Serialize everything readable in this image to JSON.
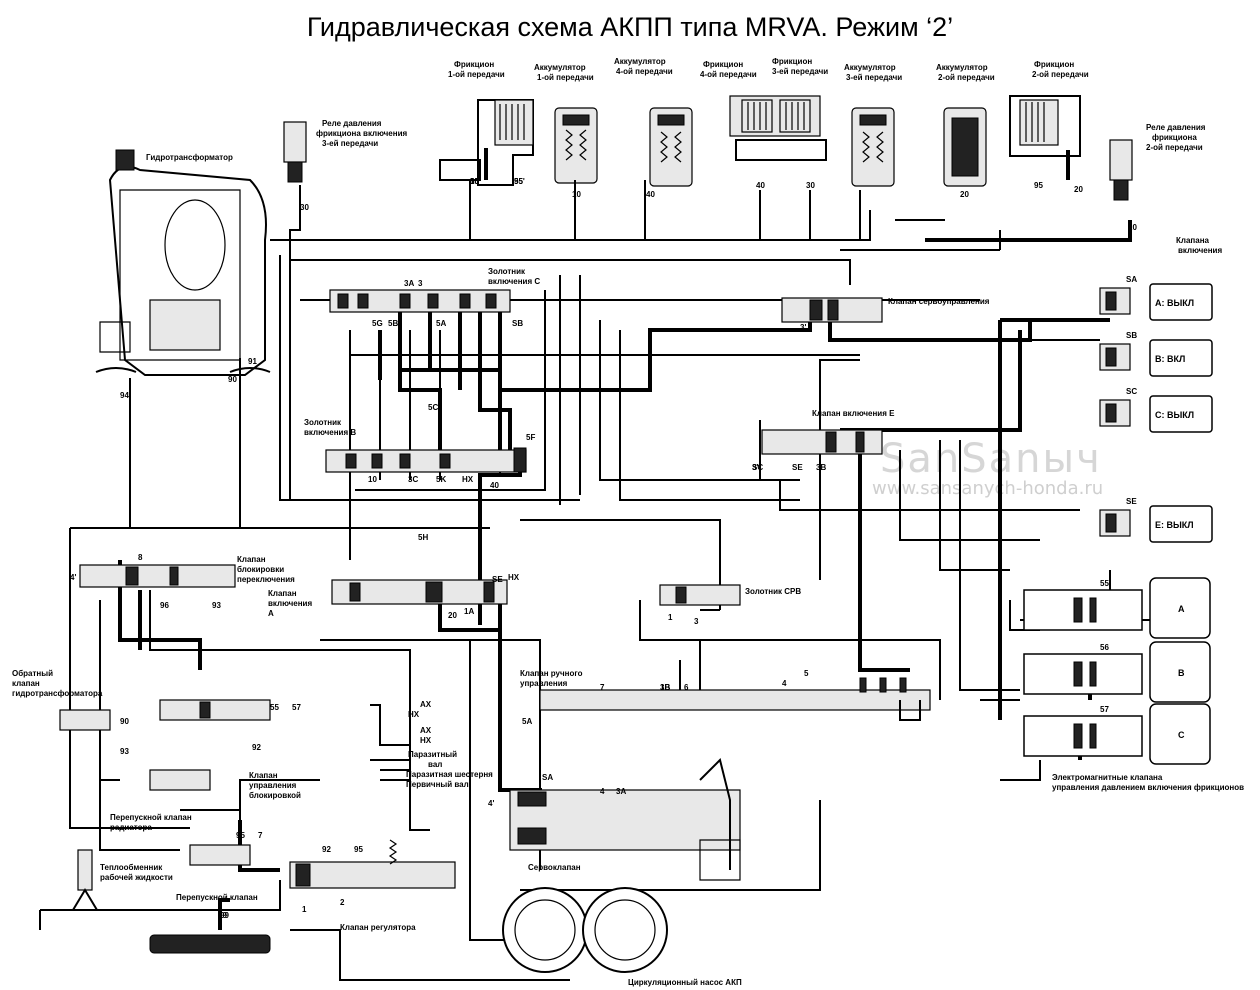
{
  "title": "Гидравлическая схема АКПП типа MRVA. Режим ‘2’",
  "watermark": {
    "name": "SanSanыч",
    "url": "www.sansanych-honda.ru"
  },
  "top_components": [
    {
      "id": "clutch1",
      "line1": "Фрикцион",
      "line2": "1-ой передачи"
    },
    {
      "id": "acc1",
      "line1": "Аккумулятор",
      "line2": "1-ой передачи"
    },
    {
      "id": "acc4",
      "line1": "Аккумулятор",
      "line2": "4-ой передачи"
    },
    {
      "id": "clutch4",
      "line1": "Фрикцион",
      "line2": "4-ой передачи"
    },
    {
      "id": "clutch3",
      "line1": "Фрикцион",
      "line2": "3-ей передачи"
    },
    {
      "id": "acc3",
      "line1": "Аккумулятор",
      "line2": "3-ей передачи"
    },
    {
      "id": "acc2",
      "line1": "Аккумулятор",
      "line2": "2-ой передачи"
    },
    {
      "id": "clutch2",
      "line1": "Фрикцион",
      "line2": "2-ой передачи"
    }
  ],
  "labels": {
    "relay3": [
      "Реле давления",
      "фрикциона включения",
      "3-ей передачи"
    ],
    "relay2": [
      "Реле давления",
      "фрикциона",
      "2-ой передачи"
    ],
    "converter": "Гидротрансформатор",
    "valves_on": [
      "Клапана",
      "включения"
    ],
    "servo_control": "Клапан сервоуправления",
    "shift_b": [
      "Золотник",
      "включения В"
    ],
    "shift_c": [
      "Золотник",
      "включения С"
    ],
    "shift_e": "Клапан включения Е",
    "lockup_shift": [
      "Клапан",
      "блокировки",
      "переключения"
    ],
    "shift_a": [
      "Клапан",
      "включения",
      "А"
    ],
    "cpb": "Золотник CPB",
    "check_valve": [
      "Обратный",
      "клапан",
      "гидротрансформатора"
    ],
    "manual_valve": [
      "Клапан ручного",
      "управления"
    ],
    "lockup_control": [
      "Клапан",
      "управления",
      "блокировкой"
    ],
    "radiator_bypass": [
      "Перепускной клапан",
      "радиатора"
    ],
    "heat_exchanger": [
      "Теплообменник",
      "рабочей жидкости"
    ],
    "bypass_valve": "Перепускной клапан",
    "regulator": "Клапан регулятора",
    "servo_valve": "Сервоклапан",
    "pump": "Циркуляционный насос АКП",
    "shafts": [
      "Паразитный",
      "вал",
      "Паразитная шестерня",
      "Первичный вал"
    ],
    "solenoid_caption": [
      "Электромагнитные клапана",
      "управления давлением включения фрикционов"
    ]
  },
  "solenoids": [
    {
      "code": "SA",
      "label": "A: ВЫКЛ"
    },
    {
      "code": "SB",
      "label": "B: ВКЛ"
    },
    {
      "code": "SC",
      "label": "C: ВЫКЛ"
    },
    {
      "code": "SE",
      "label": "E: ВЫКЛ"
    }
  ],
  "pressure_boxes": [
    {
      "label": "A",
      "num": "55"
    },
    {
      "label": "B",
      "num": "56"
    },
    {
      "label": "C",
      "num": "57"
    }
  ],
  "port_numbers": [
    "10",
    "95",
    "10",
    "40",
    "40",
    "30",
    "20",
    "95",
    "20",
    "30",
    "20",
    "94",
    "91",
    "90",
    "90",
    "93",
    "96",
    "93",
    "55",
    "57",
    "92",
    "95",
    "7",
    "92",
    "95",
    "1",
    "99",
    "2",
    "1",
    "3",
    "4",
    "5",
    "6",
    "7",
    "1B",
    "5A",
    "4",
    "3A",
    "3B",
    "3A",
    "3",
    "5A",
    "5B",
    "5G",
    "5C",
    "5H",
    "3C",
    "5K",
    "10",
    "HX",
    "40",
    "5F",
    "SB",
    "SC",
    "SE",
    "1A",
    "20",
    "HX",
    "SA",
    "4'",
    "3'",
    "SE",
    "3B",
    "3'",
    "4'",
    "8",
    "55'",
    "55'"
  ],
  "shaft_notes": [
    "AX",
    "HX",
    "AX",
    "HX"
  ]
}
